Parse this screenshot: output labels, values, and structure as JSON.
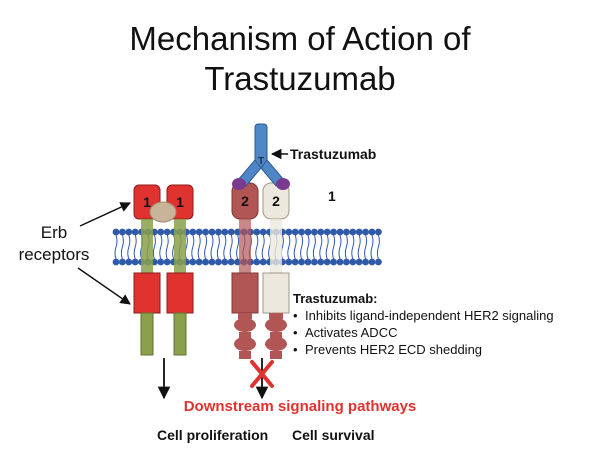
{
  "title": {
    "line1": "Mechanism of Action of",
    "line2": "Trastuzumab"
  },
  "labels": {
    "erb_line1": "Erb",
    "erb_line2": "receptors",
    "trastuzumab": "Trastuzumab",
    "antibody_letter": "T",
    "receptor_1": "1",
    "receptor_2": "2",
    "free_1": "1"
  },
  "info": {
    "heading": "Trastuzumab:",
    "bullets": [
      "Inhibits ligand-independent HER2 signaling",
      "Activates ADCC",
      "Prevents HER2 ECD shedding"
    ]
  },
  "outputs": {
    "downstream": "Downstream signaling pathways",
    "proliferation": "Cell proliferation",
    "survival": "Cell survival"
  },
  "colors": {
    "membrane": "#2f5aa8",
    "her1_red": "#e0322f",
    "her1_green": "#8aa04a",
    "her2_dark": "#b25555",
    "her2_light": "#ece8dd",
    "antibody_blue": "#4f86c6",
    "antibody_purple": "#7a3b8f",
    "ligand": "#c9b49a",
    "block_x": "#e0322f"
  }
}
